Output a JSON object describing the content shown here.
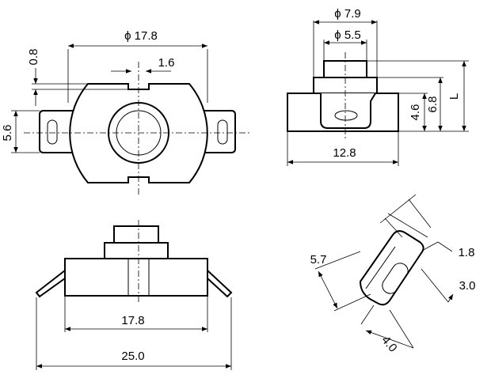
{
  "top_view": {
    "dim_diameter": "ϕ 17.8",
    "dim_notch_depth": "0.8",
    "dim_notch_width": "1.6",
    "dim_tab_height": "5.6"
  },
  "side_view_right": {
    "dim_outer_diameter": "ϕ 7.9",
    "dim_inner_diameter": "ϕ 5.5",
    "dim_height_body": "4.6",
    "dim_height_total": "6.8",
    "dim_height_l": "L",
    "dim_width": "12.8"
  },
  "front_view": {
    "dim_body_width": "17.8",
    "dim_total_width": "25.0"
  },
  "iso_view": {
    "dim_length": "5.7",
    "dim_hole": "1.8",
    "dim_width": "3.0",
    "dim_depth": "4.0"
  }
}
